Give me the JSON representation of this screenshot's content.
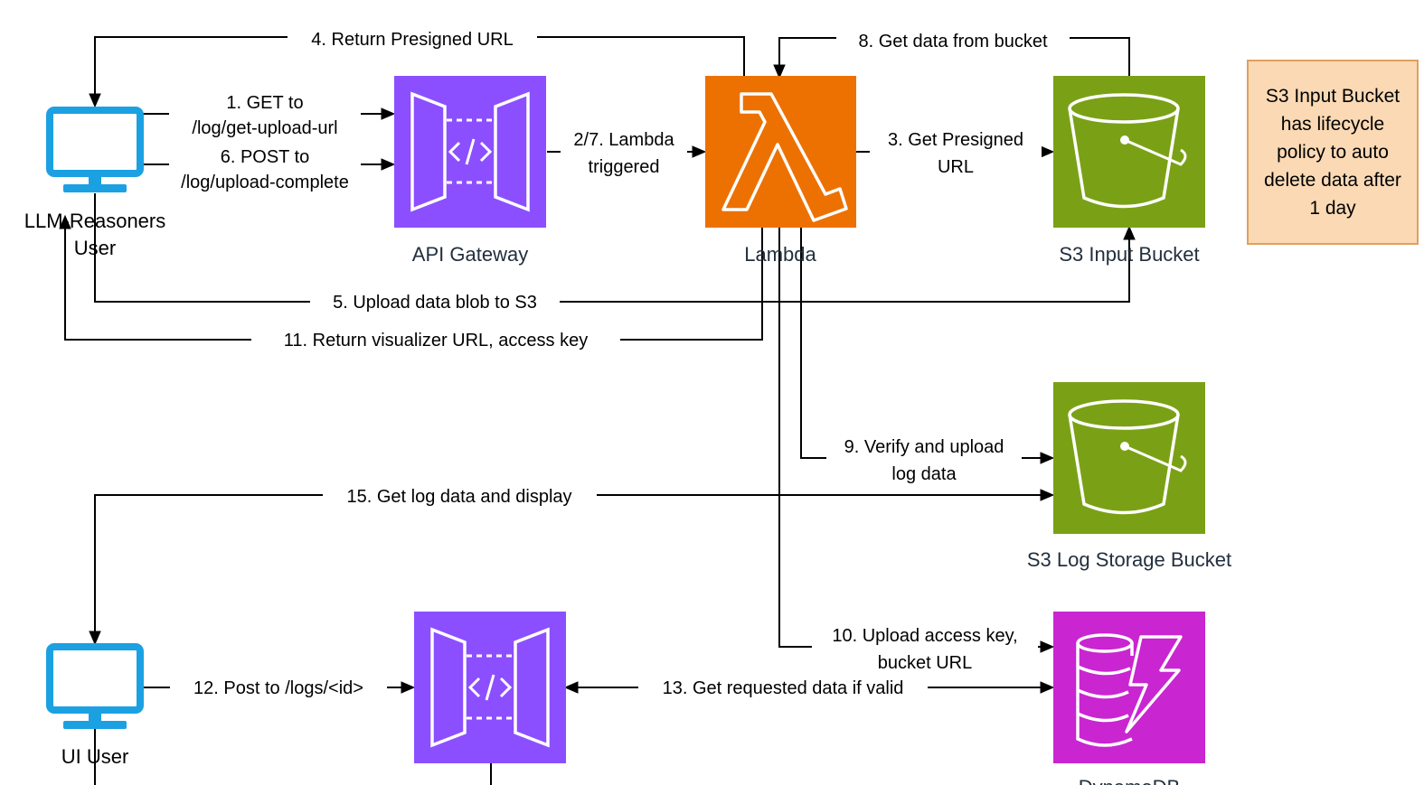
{
  "nodes": {
    "llm_user": {
      "label": [
        "LLM-Reasoners",
        "User"
      ],
      "icon": "desktop-icon"
    },
    "ui_user": {
      "label": [
        "UI User"
      ],
      "icon": "desktop-icon"
    },
    "api_gateway_top": {
      "label": "API Gateway",
      "icon": "api-gateway-icon"
    },
    "api_gateway_bottom": {
      "icon": "api-gateway-icon"
    },
    "lambda": {
      "label": "Lambda",
      "icon": "lambda-icon"
    },
    "s3_input": {
      "label": "S3 Input Bucket",
      "icon": "s3-bucket-icon"
    },
    "s3_log": {
      "label": "S3 Log Storage Bucket",
      "icon": "s3-bucket-icon"
    },
    "dynamodb": {
      "label": "DynamoDB",
      "icon": "dynamodb-icon"
    }
  },
  "note": [
    "S3 Input Bucket",
    "has lifecycle",
    "policy to auto",
    "delete data after",
    "1 day"
  ],
  "edges": {
    "e1": [
      "1. GET to",
      "/log/get-upload-url"
    ],
    "e6": [
      "6. POST to",
      "/log/upload-complete"
    ],
    "e27": [
      "2/7. Lambda",
      "triggered"
    ],
    "e3": [
      "3. Get Presigned",
      "URL"
    ],
    "e4": "4. Return Presigned URL",
    "e5": "5. Upload data blob to S3",
    "e8": "8. Get data from bucket",
    "e9": [
      "9. Verify and upload",
      "log data"
    ],
    "e10": [
      "10. Upload access key,",
      "bucket URL"
    ],
    "e11": "11. Return visualizer URL, access key",
    "e12": "12. Post to /logs/<id>",
    "e13": "13. Get requested data if valid",
    "e15": "15. Get log data and display"
  },
  "colors": {
    "api_gateway": "#8c4fff",
    "lambda": "#ed7100",
    "s3": "#7aa116",
    "dynamodb": "#c925d1",
    "desktop": "#1ba1e2",
    "note_fill": "#fad9b4",
    "note_border": "#e0a060"
  }
}
